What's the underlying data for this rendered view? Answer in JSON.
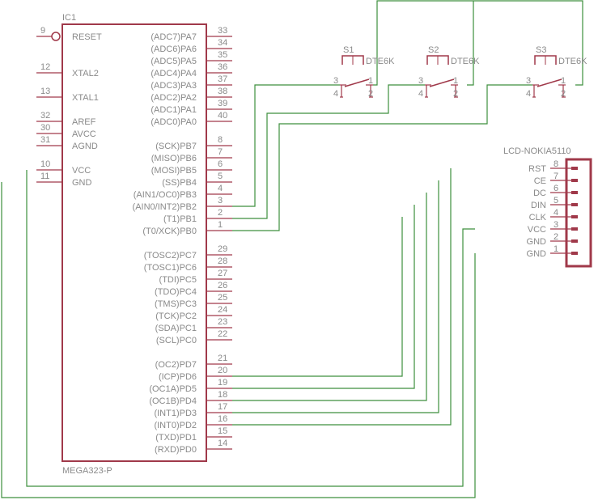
{
  "colors": {
    "wire": "#3d8f3d",
    "body": "#a0394a",
    "text": "#8a8a8a"
  },
  "ic": {
    "name": "IC1",
    "value": "MEGA323-P",
    "left_pins": [
      {
        "num": "9",
        "label": "RESET"
      },
      {
        "num": "12",
        "label": "XTAL2"
      },
      {
        "num": "13",
        "label": "XTAL1"
      },
      {
        "num": "32",
        "label": "AREF"
      },
      {
        "num": "30",
        "label": "AVCC"
      },
      {
        "num": "31",
        "label": "AGND"
      },
      {
        "num": "10",
        "label": "VCC"
      },
      {
        "num": "11",
        "label": "GND"
      }
    ],
    "right_pins": [
      {
        "num": "33",
        "label": "(ADC7)PA7"
      },
      {
        "num": "34",
        "label": "(ADC6)PA6"
      },
      {
        "num": "35",
        "label": "(ADC5)PA5"
      },
      {
        "num": "36",
        "label": "(ADC4)PA4"
      },
      {
        "num": "37",
        "label": "(ADC3)PA3"
      },
      {
        "num": "38",
        "label": "(ADC2)PA2"
      },
      {
        "num": "39",
        "label": "(ADC1)PA1"
      },
      {
        "num": "40",
        "label": "(ADC0)PA0"
      },
      {
        "num": "8",
        "label": "(SCK)PB7"
      },
      {
        "num": "7",
        "label": "(MISO)PB6"
      },
      {
        "num": "6",
        "label": "(MOSI)PB5"
      },
      {
        "num": "5",
        "label": "(SS)PB4"
      },
      {
        "num": "4",
        "label": "(AIN1/OC0)PB3"
      },
      {
        "num": "3",
        "label": "(AIN0/INT2)PB2"
      },
      {
        "num": "2",
        "label": "(T1)PB1"
      },
      {
        "num": "1",
        "label": "(T0/XCK)PB0"
      },
      {
        "num": "29",
        "label": "(TOSC2)PC7"
      },
      {
        "num": "28",
        "label": "(TOSC1)PC6"
      },
      {
        "num": "27",
        "label": "(TDI)PC5"
      },
      {
        "num": "26",
        "label": "(TDO)PC4"
      },
      {
        "num": "25",
        "label": "(TMS)PC3"
      },
      {
        "num": "24",
        "label": "(TCK)PC2"
      },
      {
        "num": "23",
        "label": "(SDA)PC1"
      },
      {
        "num": "22",
        "label": "(SCL)PC0"
      },
      {
        "num": "21",
        "label": "(OC2)PD7"
      },
      {
        "num": "20",
        "label": "(ICP)PD6"
      },
      {
        "num": "19",
        "label": "(OC1A)PD5"
      },
      {
        "num": "18",
        "label": "(OC1B)PD4"
      },
      {
        "num": "17",
        "label": "(INT1)PD3"
      },
      {
        "num": "16",
        "label": "(INT0)PD2"
      },
      {
        "num": "15",
        "label": "(TXD)PD1"
      },
      {
        "num": "14",
        "label": "(RXD)PD0"
      }
    ]
  },
  "switches": [
    {
      "name": "S1",
      "value": "DTE6K",
      "pins": [
        "3",
        "1",
        "4",
        "2"
      ]
    },
    {
      "name": "S2",
      "value": "DTE6K",
      "pins": [
        "3",
        "1",
        "4",
        "2"
      ]
    },
    {
      "name": "S3",
      "value": "DTE6K",
      "pins": [
        "3",
        "1",
        "4",
        "2"
      ]
    }
  ],
  "lcd": {
    "name": "LCD-NOKIA5110",
    "pins": [
      {
        "num": "8",
        "label": "RST"
      },
      {
        "num": "7",
        "label": "CE"
      },
      {
        "num": "6",
        "label": "DC"
      },
      {
        "num": "5",
        "label": "DIN"
      },
      {
        "num": "4",
        "label": "CLK"
      },
      {
        "num": "3",
        "label": "VCC"
      },
      {
        "num": "2",
        "label": "GND"
      },
      {
        "num": "1",
        "label": "GND"
      }
    ]
  }
}
